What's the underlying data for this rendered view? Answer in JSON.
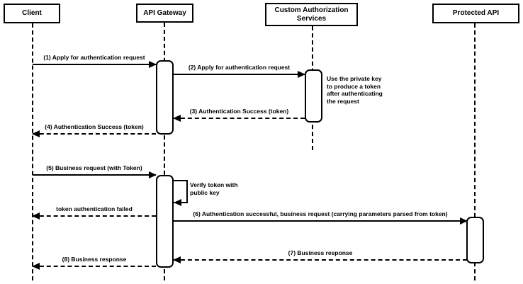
{
  "colors": {
    "stroke": "#000000",
    "background": "#ffffff"
  },
  "actors": [
    {
      "id": "client",
      "label": "Client"
    },
    {
      "id": "api-gateway",
      "label": "API Gateway"
    },
    {
      "id": "custom-auth-services",
      "label": "Custom Authorization Services"
    },
    {
      "id": "protected-api",
      "label": "Protected API"
    }
  ],
  "messages": [
    {
      "label": "(1) Apply for authentication request",
      "from": "client",
      "to": "api-gateway",
      "style": "solid"
    },
    {
      "label": "(2) Apply for authentication request",
      "from": "api-gateway",
      "to": "custom-auth-services",
      "style": "solid"
    },
    {
      "label": "(3) Authentication Success (token)",
      "from": "custom-auth-services",
      "to": "api-gateway",
      "style": "dashed"
    },
    {
      "label": "(4) Authentication Success (token)",
      "from": "api-gateway",
      "to": "client",
      "style": "dashed"
    },
    {
      "label": "(5) Business request (with Token)",
      "from": "client",
      "to": "api-gateway",
      "style": "solid"
    },
    {
      "label": "Verify token with public key",
      "from": "api-gateway",
      "to": "api-gateway",
      "style": "self"
    },
    {
      "label": "token authentication failed",
      "from": "api-gateway",
      "to": "client",
      "style": "dashed"
    },
    {
      "label": "(6) Authentication successful, business request (carrying parameters parsed from token)",
      "from": "api-gateway",
      "to": "protected-api",
      "style": "solid"
    },
    {
      "label": "(7) Business response",
      "from": "protected-api",
      "to": "api-gateway",
      "style": "dashed"
    },
    {
      "label": "(8) Business response",
      "from": "api-gateway",
      "to": "client",
      "style": "dashed"
    }
  ],
  "notes": [
    {
      "text": "Use the private key to produce a token after authenticating the request",
      "attached_to": "custom-auth-services"
    }
  ]
}
